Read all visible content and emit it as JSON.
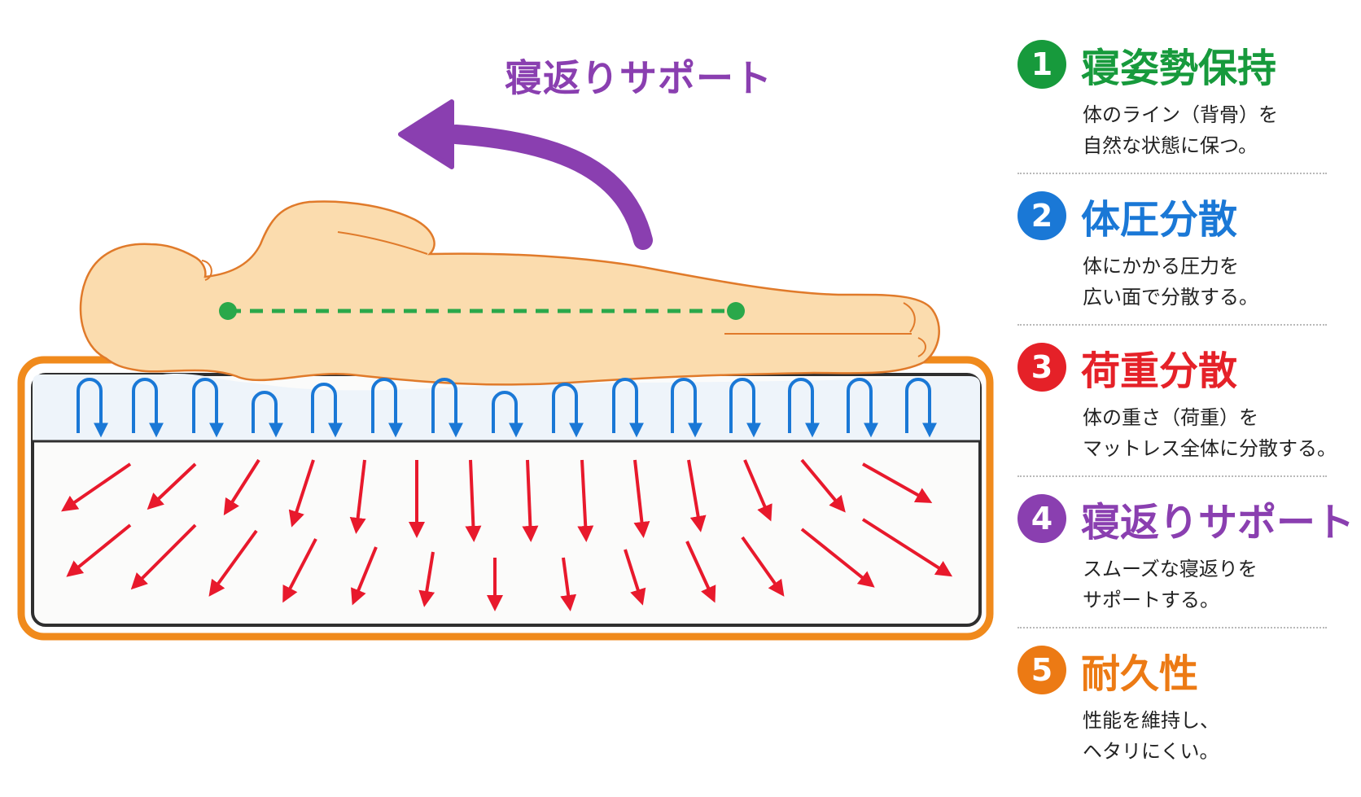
{
  "diagram": {
    "support_label": "寝返りサポート",
    "colors": {
      "frame": "#f08a1c",
      "body_fill": "#fbdcae",
      "body_stroke": "#e07a2a",
      "spine": "#2aa84a",
      "blue_arrows": "#1a78d6",
      "red_arrows": "#e8192c",
      "support_arrow": "#8a3fb0"
    },
    "icons": {
      "support": "curved-arrow-icon",
      "reflex": "u-turn-arrow-icon",
      "distribution": "straight-arrow-icon"
    }
  },
  "features": [
    {
      "number": "1",
      "title": "寝姿勢保持",
      "desc1": "体のライン（背骨）を",
      "desc2": "自然な状態に保つ。",
      "color": "#179a3c"
    },
    {
      "number": "2",
      "title": "体圧分散",
      "desc1": "体にかかる圧力を",
      "desc2": "広い面で分散する。",
      "color": "#1a78d6"
    },
    {
      "number": "3",
      "title": "荷重分散",
      "desc1": "体の重さ（荷重）を",
      "desc2": "マットレス全体に分散する。",
      "color": "#e52128"
    },
    {
      "number": "4",
      "title": "寝返りサポート",
      "desc1": "スムーズな寝返りを",
      "desc2": "サポートする。",
      "color": "#8a3fb0"
    },
    {
      "number": "5",
      "title": "耐久性",
      "desc1": "性能を維持し、",
      "desc2": "ヘタリにくい。",
      "color": "#ec7a14"
    }
  ]
}
